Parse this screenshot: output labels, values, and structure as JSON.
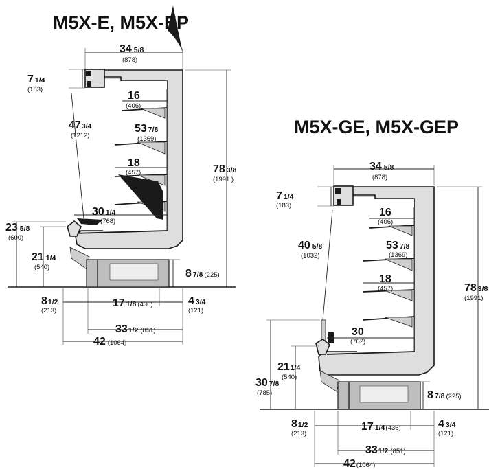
{
  "left": {
    "title": "M5X-E, M5X-EP",
    "dims": [
      {
        "key": "depth_top",
        "whole": "34",
        "frac": "5/8",
        "mm": "(878)"
      },
      {
        "key": "canopy",
        "whole": "7",
        "frac": "1/4",
        "mm": "(183)"
      },
      {
        "key": "shelf_width",
        "whole": "16",
        "frac": "",
        "mm": "(406)"
      },
      {
        "key": "shelf_height",
        "whole": "53",
        "frac": "7/8",
        "mm": "(1369)"
      },
      {
        "key": "total_height",
        "whole": "78",
        "frac": "3/8",
        "mm": "(1991 )"
      },
      {
        "key": "opening",
        "whole": "47",
        "frac": "3/4",
        "mm": "(1212)"
      },
      {
        "key": "mid_shelf",
        "whole": "18",
        "frac": "",
        "mm": "(457)"
      },
      {
        "key": "deck",
        "whole": "30",
        "frac": "1/4",
        "mm": "(768)"
      },
      {
        "key": "front_height",
        "whole": "23",
        "frac": "5/8",
        "mm": "(600)"
      },
      {
        "key": "bumper_height",
        "whole": "21",
        "frac": "1/4",
        "mm": "(540)"
      },
      {
        "key": "base_height",
        "whole": "8",
        "frac": "7/8",
        "mm": "(225)"
      },
      {
        "key": "front_offset",
        "whole": "8",
        "frac": "1/2",
        "mm": "(213)"
      },
      {
        "key": "leg_span",
        "whole": "17",
        "frac": "1/8",
        "mm": "(436)"
      },
      {
        "key": "rear_offset",
        "whole": "4",
        "frac": "3/4",
        "mm": "(121)"
      },
      {
        "key": "base_depth",
        "whole": "33",
        "frac": "1/2",
        "mm": "(851)"
      },
      {
        "key": "overall_depth",
        "whole": "42",
        "frac": "",
        "mm": "(1064)"
      }
    ]
  },
  "right": {
    "title": "M5X-GE, M5X-GEP",
    "dims": [
      {
        "key": "depth_top",
        "whole": "34",
        "frac": "5/8",
        "mm": "(878)"
      },
      {
        "key": "canopy",
        "whole": "7",
        "frac": "1/4",
        "mm": "(183)"
      },
      {
        "key": "shelf_width",
        "whole": "16",
        "frac": "",
        "mm": "(406)"
      },
      {
        "key": "shelf_height",
        "whole": "53",
        "frac": "7/8",
        "mm": "(1369)"
      },
      {
        "key": "total_height",
        "whole": "78",
        "frac": "3/8",
        "mm": "(1991)"
      },
      {
        "key": "opening",
        "whole": "40",
        "frac": "5/8",
        "mm": "(1032)"
      },
      {
        "key": "mid_shelf",
        "whole": "18",
        "frac": "",
        "mm": "(457)"
      },
      {
        "key": "deck",
        "whole": "30",
        "frac": "",
        "mm": "(762)"
      },
      {
        "key": "bumper_height",
        "whole": "21",
        "frac": "1/4",
        "mm": "(540)"
      },
      {
        "key": "front_height",
        "whole": "30",
        "frac": "7/8",
        "mm": "(785)"
      },
      {
        "key": "base_height",
        "whole": "8",
        "frac": "7/8",
        "mm": "(225)"
      },
      {
        "key": "front_offset",
        "whole": "8",
        "frac": "1/2",
        "mm": "(213)"
      },
      {
        "key": "leg_span",
        "whole": "17",
        "frac": "1/4",
        "mm": "(436)"
      },
      {
        "key": "rear_offset",
        "whole": "4",
        "frac": "3/4",
        "mm": "(121)"
      },
      {
        "key": "base_depth",
        "whole": "33",
        "frac": "1/2",
        "mm": "(851)"
      },
      {
        "key": "overall_depth",
        "whole": "42",
        "frac": "",
        "mm": "(1064)"
      }
    ]
  },
  "colors": {
    "case_fill": "#dedede",
    "line": "#1a1a1a",
    "background": "#ffffff"
  }
}
